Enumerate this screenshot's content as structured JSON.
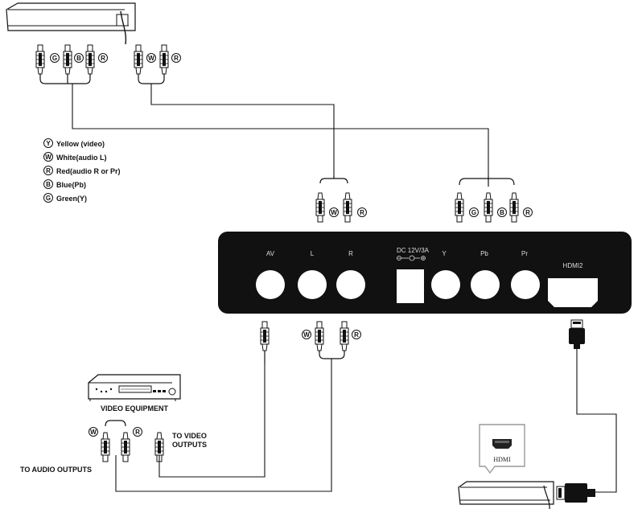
{
  "legend": [
    {
      "letter": "Y",
      "text": "Yellow (video)"
    },
    {
      "letter": "W",
      "text": "White(audio L)"
    },
    {
      "letter": "R",
      "text": "Red(audio R or Pr)"
    },
    {
      "letter": "B",
      "text": "Blue(Pb)"
    },
    {
      "letter": "G",
      "text": "Green(Y)"
    }
  ],
  "panel": {
    "ports": {
      "av": "AV",
      "l": "L",
      "r": "R",
      "dc": "DC 12V/3A",
      "y": "Y",
      "pb": "Pb",
      "pr": "Pr",
      "hdmi2": "HDMI2"
    }
  },
  "plug_letters": {
    "top_g": "G",
    "top_b": "B",
    "top_r1": "R",
    "top_w": "W",
    "top_r2": "R",
    "mid_w": "W",
    "mid_r": "R",
    "comp_g": "G",
    "comp_b": "B",
    "comp_r": "R",
    "low_w": "W",
    "low_r": "R",
    "ve_w": "W",
    "ve_r": "R"
  },
  "labels": {
    "video_equipment": "VIDEO EQUIPMENT",
    "to_video_1": "TO VIDEO",
    "to_video_2": "OUTPUTS",
    "to_audio": "TO AUDIO OUTPUTS",
    "hdmi_box": "HDMI"
  }
}
